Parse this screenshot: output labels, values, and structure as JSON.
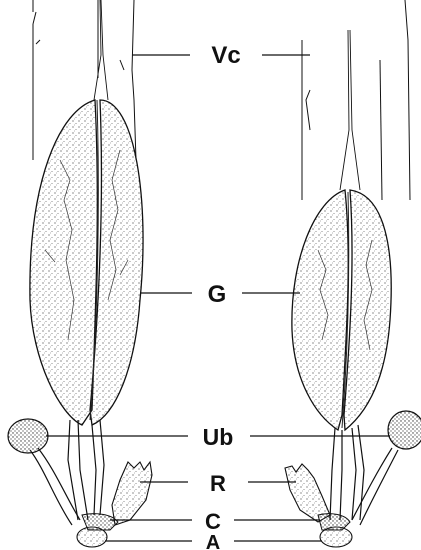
{
  "figure": {
    "labels": {
      "vc": "Vc",
      "g": "G",
      "ub": "Ub",
      "r": "R",
      "c": "C",
      "a": "A"
    },
    "colors": {
      "ink": "#111111",
      "stipple": "#444444",
      "paper": "#ffffff"
    }
  }
}
